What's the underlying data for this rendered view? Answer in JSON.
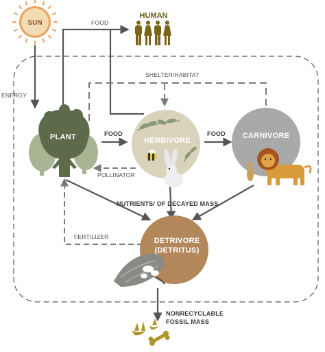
{
  "nodes": {
    "sun": "SUN",
    "human": "HUMAN",
    "plant": "PLANT",
    "herbivore": "HERBIVORE",
    "carnivore": "CARNIVORE",
    "detrivore_line1": "DETRIVORE",
    "detrivore_line2": "(DETRITUS)"
  },
  "edges": {
    "energy": "ENERGY",
    "food_top": "FOOD",
    "shelter": "SHELTER/HABITAT",
    "food_plant_herb": "FOOD",
    "food_herb_carn": "FOOD",
    "pollinator": "POLLINATOR",
    "nutrients": "NUTRIENTS/ OF DECAYED MASS",
    "fertilizer": "FERTILIZER",
    "fossil_line1": "NONRECYCLABLE",
    "fossil_line2": "FOSSIL MASS"
  },
  "colors": {
    "sun_fill": "#f3dcb4",
    "sun_rays": "#e8a25c",
    "human": "#7a6418",
    "plant_dark": "#5d6b4b",
    "plant_light": "#a8b592",
    "herbivore_circle": "#d9d3bc",
    "carnivore_circle": "#a9a9a9",
    "detrivore_circle": "#b2875a",
    "arrow": "#555555",
    "dash": "#7a7a7a",
    "fossil": "#b09528"
  }
}
